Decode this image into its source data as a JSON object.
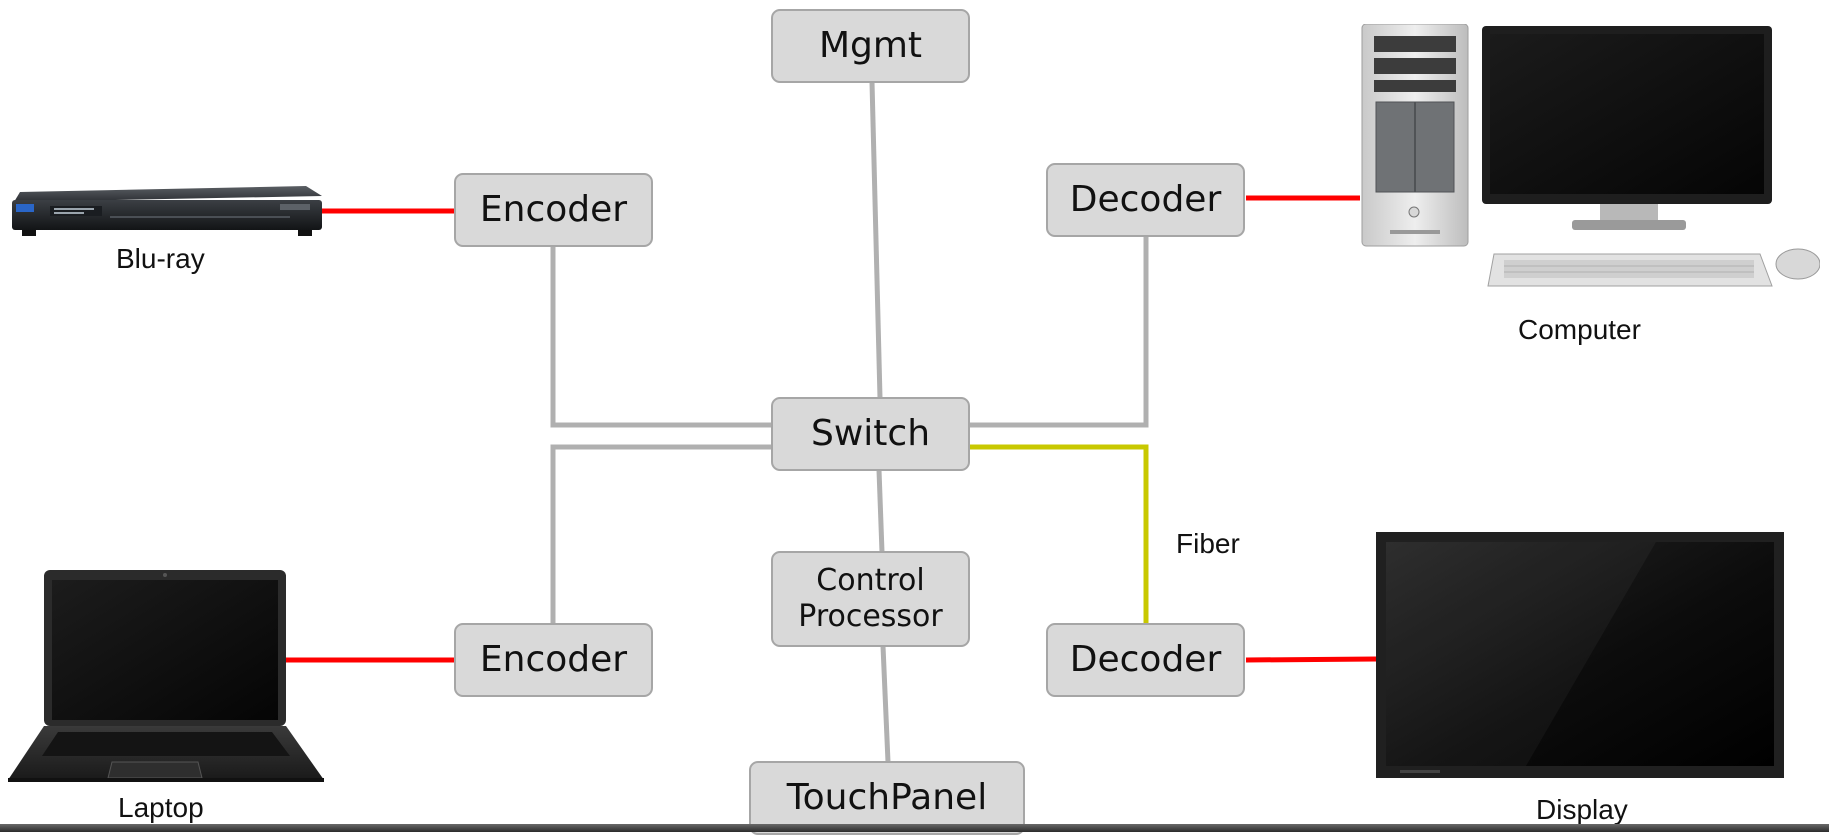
{
  "colors": {
    "network_link": "#b0b0b0",
    "video_link": "#ff0000",
    "fiber_link": "#c8c800",
    "node_fill": "#d9d9d9",
    "node_border": "#a6a6a6"
  },
  "nodes": {
    "mgmt": "Mgmt",
    "switch": "Switch",
    "encoder_top": "Encoder",
    "encoder_bottom": "Encoder",
    "decoder_top": "Decoder",
    "decoder_bottom": "Decoder",
    "control_processor_line1": "Control",
    "control_processor_line2": "Processor",
    "touchpanel": "TouchPanel"
  },
  "labels": {
    "fiber": "Fiber"
  },
  "devices": {
    "bluray": {
      "label": "Blu-ray",
      "icon": "bluray-player-icon"
    },
    "laptop": {
      "label": "Laptop",
      "icon": "laptop-icon"
    },
    "computer": {
      "label": "Computer",
      "icon": "desktop-computer-icon"
    },
    "display": {
      "label": "Display",
      "icon": "flat-panel-display-icon"
    }
  }
}
